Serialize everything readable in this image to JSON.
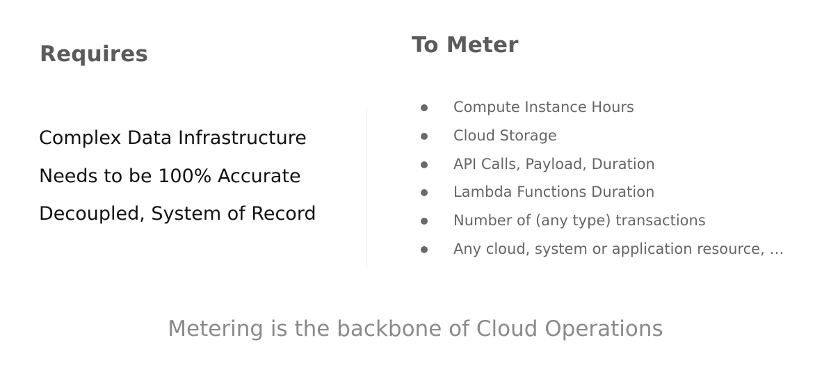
{
  "left": {
    "heading": "Requires",
    "items": [
      "Complex Data Infrastructure",
      "Needs to be 100% Accurate",
      "Decoupled, System of Record"
    ]
  },
  "right": {
    "heading": "To Meter",
    "items": [
      "Compute Instance Hours",
      "Cloud Storage",
      "API Calls, Payload, Duration",
      "Lambda Functions Duration",
      "Number of (any type) transactions",
      "Any cloud, system or application resource, …"
    ]
  },
  "footer": {
    "tagline": "Metering is the backbone of Cloud Operations"
  },
  "colors": {
    "heading": "#5b5b5b",
    "left_text": "#111111",
    "right_text": "#666666",
    "footer_text": "#8a8a8a"
  }
}
